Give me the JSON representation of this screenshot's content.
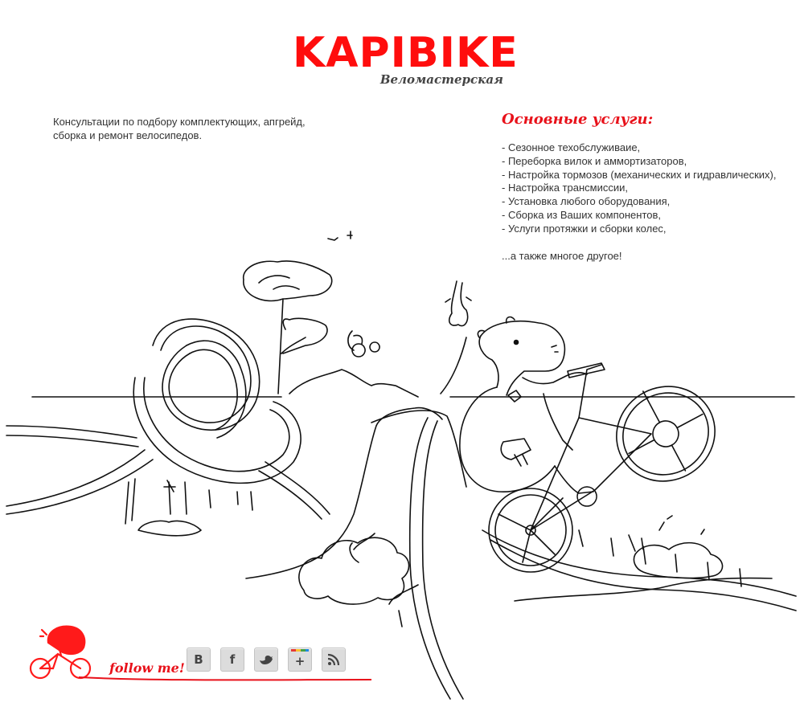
{
  "logo": {
    "title": "KAPIBIKE",
    "subtitle": "Веломастерская"
  },
  "intro": {
    "text": "Консультации по подбору комплектующих, апгрейд, сборка и ремонт велосипедов."
  },
  "services": {
    "title": "Основные услуги:",
    "items": [
      "- Сезонное техобслуживаие,",
      "- Переборка вилок и аммортизаторов,",
      "- Настройка тормозов (механических и гидравлических),",
      "- Настройка трансмиссии,",
      "- Установка любого оборудования,",
      "- Сборка из Ваших компонентов,",
      "- Услуги протяжки и сборки колес,"
    ],
    "footer": "...а также многое другое!"
  },
  "follow": {
    "label": "follow me!",
    "social": [
      {
        "name": "vkontakte",
        "glyph": "В"
      },
      {
        "name": "facebook",
        "glyph": "f"
      },
      {
        "name": "twitter",
        "glyph": ""
      },
      {
        "name": "google-plus",
        "glyph": "+"
      },
      {
        "name": "rss",
        "glyph": ""
      }
    ]
  },
  "colors": {
    "brand_red": "#ff0d0d",
    "accent_red": "#e8111a",
    "line": "#111111",
    "button_bg": "#dcdcdc"
  },
  "icons": [
    "capybara-cyclist-icon",
    "twitter-bird-icon",
    "rss-icon",
    "google-plus-icon"
  ]
}
